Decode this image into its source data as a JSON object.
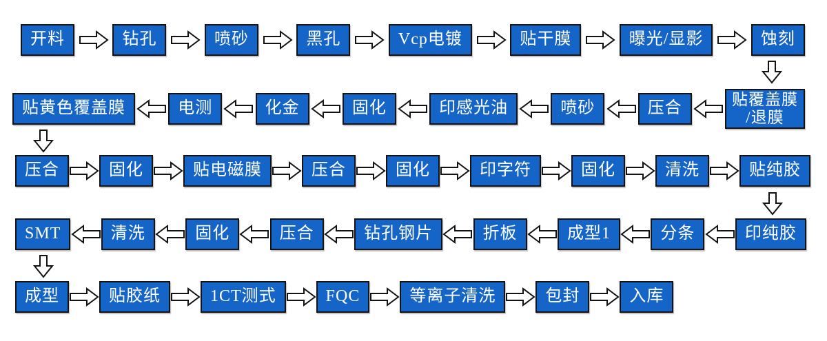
{
  "diagram": {
    "type": "process-flowchart",
    "colors": {
      "background": "#FFFFFF",
      "box_fill": "#1565C8",
      "box_border": "#131313",
      "box_text": "#FFFFFF",
      "arrow_fill": "#FFFFFF",
      "arrow_stroke": "#131313"
    },
    "rows": [
      {
        "direction": "right",
        "boxes": [
          "开料",
          "钻孔",
          "喷砂",
          "黑孔",
          "Vcp电镀",
          "贴干膜",
          "曝光/显影",
          "蚀刻"
        ]
      },
      {
        "direction": "left",
        "boxes": [
          "贴黄色覆盖膜",
          "电测",
          "化金",
          "固化",
          "印感光油",
          "喷砂",
          "压合",
          "贴覆盖膜\n/退膜"
        ]
      },
      {
        "direction": "right",
        "boxes": [
          "压合",
          "固化",
          "贴电磁膜",
          "压合",
          "固化",
          "印字符",
          "固化",
          "清洗",
          "贴纯胶"
        ]
      },
      {
        "direction": "left",
        "boxes": [
          "SMT",
          "清洗",
          "固化",
          "压合",
          "钻孔钢片",
          "折板",
          "成型1",
          "分条",
          "印纯胶"
        ]
      },
      {
        "direction": "right",
        "boxes": [
          "成型",
          "贴胶纸",
          "1CT测式",
          "FQC",
          "等离子清洗",
          "包封",
          "入库"
        ]
      }
    ],
    "connectors": [
      {
        "from": "蚀刻",
        "to": "贴覆盖膜/退膜",
        "direction": "down",
        "side": "right"
      },
      {
        "from": "贴黄色覆盖膜",
        "to": "压合",
        "direction": "down",
        "side": "left"
      },
      {
        "from": "贴纯胶",
        "to": "印纯胶",
        "direction": "down",
        "side": "right"
      },
      {
        "from": "SMT",
        "to": "成型",
        "direction": "down",
        "side": "left"
      }
    ],
    "process_order_note": "Rows snake: row1 left-to-right, row2 right-to-left, row3 left-to-right, row4 right-to-left, row5 left-to-right"
  }
}
